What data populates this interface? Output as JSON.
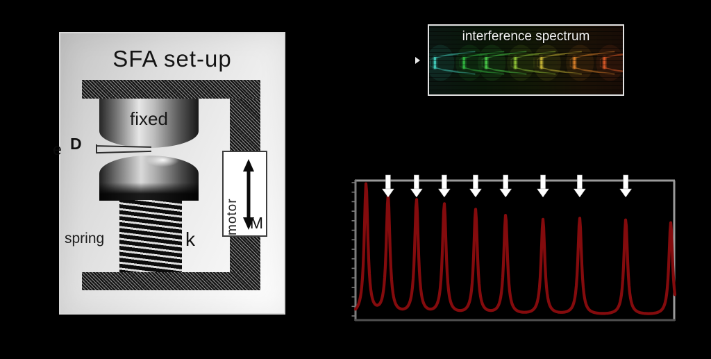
{
  "figure": {
    "background": "#000000"
  },
  "sfa_panel": {
    "title": "SFA set-up",
    "fixed_label": "fixed",
    "distance_label": "D",
    "distance_partial": "e",
    "spring_label": "spring",
    "spring_constant_label": "k",
    "motor_label": "motor",
    "motor_mark": "M"
  },
  "spectrum_panel": {
    "title": "interference spectrum",
    "fringe_center_y_frac": 0.5,
    "fringes": [
      {
        "x_frac": 0.03,
        "color": "#3fc4b4"
      },
      {
        "x_frac": 0.18,
        "color": "#2fae3e"
      },
      {
        "x_frac": 0.295,
        "color": "#46c246"
      },
      {
        "x_frac": 0.445,
        "color": "#8abc35"
      },
      {
        "x_frac": 0.58,
        "color": "#bfae33"
      },
      {
        "x_frac": 0.75,
        "color": "#d07b28"
      },
      {
        "x_frac": 0.905,
        "color": "#d05526"
      }
    ]
  },
  "chart_data": {
    "type": "line",
    "title": "",
    "xlabel": "",
    "ylabel": "",
    "grid": false,
    "legend": false,
    "line_color": "#840B0D",
    "frame_color": "#9a9a9a",
    "left_axis_color": "#7d7d7d",
    "bottom_axis_color": "#4f4f4f",
    "arrow_color": "#ffffff",
    "y_minor_ticks": 15,
    "peaks": [
      {
        "x_frac": 0.033,
        "height_frac": 0.96
      },
      {
        "x_frac": 0.102,
        "height_frac": 0.87
      },
      {
        "x_frac": 0.191,
        "height_frac": 0.84
      },
      {
        "x_frac": 0.278,
        "height_frac": 0.81
      },
      {
        "x_frac": 0.376,
        "height_frac": 0.77
      },
      {
        "x_frac": 0.47,
        "height_frac": 0.73
      },
      {
        "x_frac": 0.587,
        "height_frac": 0.7
      },
      {
        "x_frac": 0.702,
        "height_frac": 0.71
      },
      {
        "x_frac": 0.846,
        "height_frac": 0.7
      },
      {
        "x_frac": 0.987,
        "height_frac": 0.68
      }
    ],
    "arrow_peak_indices": [
      1,
      2,
      3,
      4,
      5,
      6,
      7,
      8
    ]
  }
}
